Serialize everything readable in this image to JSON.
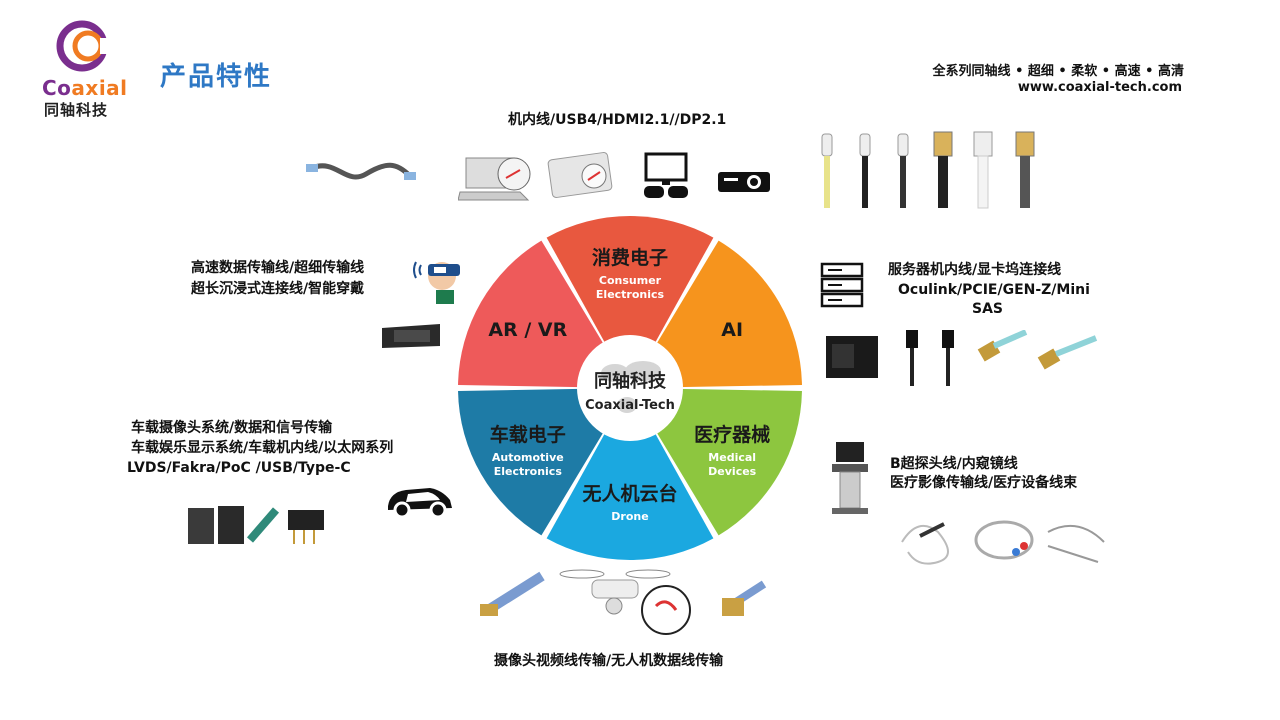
{
  "brand": {
    "word_part1": "Co",
    "word_part2": "axial",
    "name_cn": "同轴科技",
    "purple": "#7a2e8e",
    "orange": "#f07b22"
  },
  "page_title": "产品特性",
  "tagline": "全系列同轴线 • 超细 • 柔软 • 高速 • 高清",
  "website": "www.coaxial-tech.com",
  "center": {
    "title": "同轴科技",
    "subtitle": "Coaxial-Tech"
  },
  "segments": [
    {
      "cn": "消费电子",
      "en1": "Consumer",
      "en2": "Electronics",
      "color": "#e8583f"
    },
    {
      "cn": "AI",
      "en1": "",
      "en2": "",
      "color": "#f6941d"
    },
    {
      "cn": "医疗器械",
      "en1": "Medical",
      "en2": "Devices",
      "color": "#8dc63f"
    },
    {
      "cn": "无人机云台",
      "en1": "Drone",
      "en2": "",
      "color": "#1ba8e0"
    },
    {
      "cn": "车载电子",
      "en1": "Automotive",
      "en2": "Electronics",
      "color": "#1e7ba6"
    },
    {
      "cn": "AR / VR",
      "en1": "",
      "en2": "",
      "color": "#ee5a5a"
    }
  ],
  "labels": {
    "top": "机内线/USB4/HDMI2.1//DP2.1",
    "arvr_1": "高速数据传输线/超细传输线",
    "arvr_2": "超长沉浸式连接线/智能穿戴",
    "server_1": "服务器机内线/显卡坞连接线",
    "server_2": "Oculink/PCIE/GEN-Z/Mini",
    "server_3": "SAS",
    "auto_1": "车载摄像头系统/数据和信号传输",
    "auto_2": "车载娱乐显示系统/车载机内线/以太网系列",
    "auto_3": "LVDS/Fakra/PoC /USB/Type-C",
    "medical_1": "B超探头线/内窥镜线",
    "medical_2": "医疗影像传输线/医疗设备线束",
    "bottom": "摄像头视频线传输/无人机数据线传输"
  },
  "icons": [
    "laptop-icon",
    "tablet-icon",
    "monitor-gamepad-icon",
    "projector-icon",
    "vr-user-icon",
    "server-rack-icon",
    "car-icon",
    "ultrasound-icon"
  ]
}
